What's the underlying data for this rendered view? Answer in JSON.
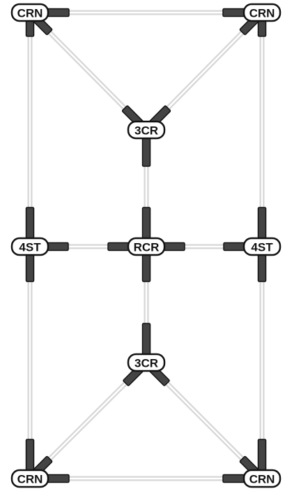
{
  "diagram": {
    "type": "structural-joint-graph",
    "colors": {
      "background": "#ffffff",
      "edge": "#d6d6d6",
      "edge_core": "#ffffff",
      "arm_fill": "#444444",
      "outline": "#111111",
      "label_bg": "#ffffff",
      "label_text": "#111111"
    },
    "nodes": [
      {
        "id": "n1",
        "label": "CRN"
      },
      {
        "id": "n2",
        "label": "CRN"
      },
      {
        "id": "n3",
        "label": "3CR"
      },
      {
        "id": "n4",
        "label": "4ST"
      },
      {
        "id": "n5",
        "label": "RCR"
      },
      {
        "id": "n6",
        "label": "4ST"
      },
      {
        "id": "n7",
        "label": "3CR"
      },
      {
        "id": "n8",
        "label": "CRN"
      },
      {
        "id": "n9",
        "label": "CRN"
      }
    ],
    "edges": [
      [
        "n1",
        "n2"
      ],
      [
        "n1",
        "n3"
      ],
      [
        "n2",
        "n3"
      ],
      [
        "n1",
        "n4"
      ],
      [
        "n2",
        "n6"
      ],
      [
        "n3",
        "n5"
      ],
      [
        "n4",
        "n5"
      ],
      [
        "n5",
        "n6"
      ],
      [
        "n5",
        "n7"
      ],
      [
        "n4",
        "n8"
      ],
      [
        "n6",
        "n9"
      ],
      [
        "n7",
        "n8"
      ],
      [
        "n7",
        "n9"
      ],
      [
        "n8",
        "n9"
      ]
    ]
  }
}
